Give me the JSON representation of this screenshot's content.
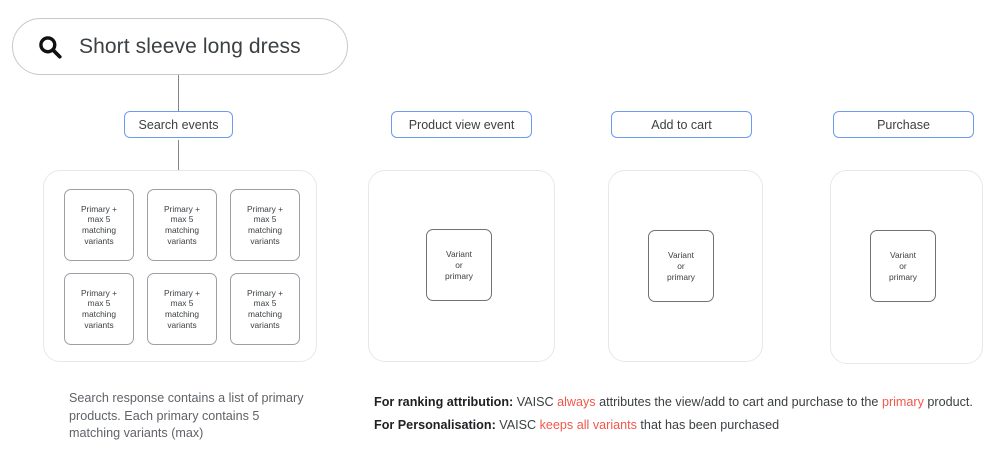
{
  "search": {
    "icon": "search-icon",
    "query": "Short sleeve long dress"
  },
  "chips": {
    "search_events": "Search events",
    "product_view_event": "Product view event",
    "add_to_cart": "Add to cart",
    "purchase": "Purchase"
  },
  "primary_card": {
    "line1": "Primary +",
    "line2": "max 5",
    "line3": "matching",
    "line4": "variants"
  },
  "variant_card": {
    "line1": "Variant",
    "line2": "or",
    "line3": "primary"
  },
  "captions": {
    "left": "Search response contains a list of primary products. Each primary contains 5 matching variants (max)"
  },
  "annotations": {
    "ranking": {
      "label": "For ranking attribution:",
      "part1": " VAISC ",
      "hl1": "always",
      "part2": " attributes the view/add to cart and purchase to the ",
      "hl2": "primary",
      "part3": " product."
    },
    "personalisation": {
      "label": "For Personalisation:",
      "part1": " VAISC ",
      "hl1": "keeps all variants",
      "part2": " that has been purchased"
    }
  },
  "colors": {
    "chip_border": "#6b9bf2",
    "panel_border": "#e7e8ea",
    "card_border": "#9aa0a6",
    "highlight": "#f4564a",
    "text": "#3c4043",
    "muted_text": "#5f6368",
    "connector": "#80868b"
  }
}
